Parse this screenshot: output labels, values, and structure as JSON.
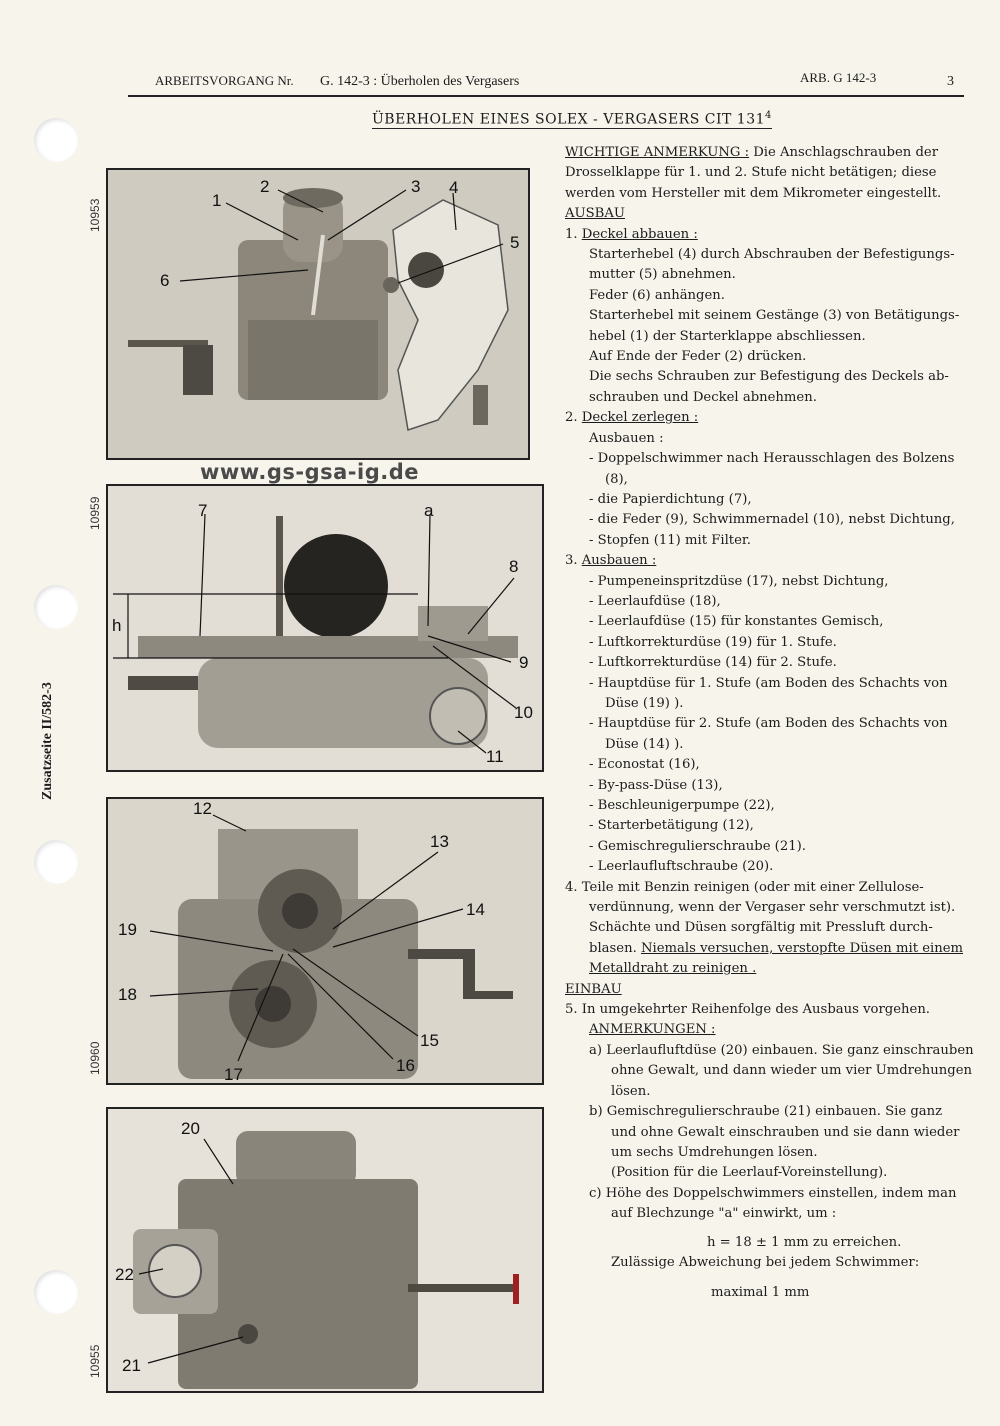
{
  "header": {
    "left": "ARBEITSVORGANG Nr.",
    "number": "G. 142-3 : Überholen des Vergasers",
    "arb": "ARB. G 142-3",
    "page": "3"
  },
  "title": "ÜBERHOLEN EINES SOLEX - VERGASERS CIT 131",
  "title_sup": "4",
  "website": "www.gs-gsa-ig.de",
  "side_label": "Zusatzseite II/582-3",
  "figures": [
    {
      "number": "10953",
      "callouts": [
        "1",
        "2",
        "3",
        "4",
        "5",
        "6"
      ]
    },
    {
      "number": "10959",
      "callouts": [
        "7",
        "a",
        "8",
        "h",
        "9",
        "10",
        "11"
      ]
    },
    {
      "number": "10960",
      "callouts": [
        "12",
        "13",
        "14",
        "19",
        "18",
        "15",
        "16",
        "17"
      ]
    },
    {
      "number": "10955",
      "callouts": [
        "20",
        "22",
        "21"
      ]
    }
  ],
  "text": {
    "wichtig_label": "WICHTIGE ANMERKUNG :",
    "wichtig_rest": " Die Anschlagschrauben der",
    "l2": "Drosselklappe für 1. und 2. Stufe nicht betätigen; diese",
    "l3": "werden vom Hersteller mit dem Mikrometer eingestellt.",
    "ausbau": "AUSBAU",
    "s1_num": "1. ",
    "s1_title": "Deckel abbauen :",
    "s1_l1": "Starterhebel (4) durch Abschrauben der Befestigungs-",
    "s1_l2": "mutter (5) abnehmen.",
    "s1_l3": "Feder (6) anhängen.",
    "s1_l4": "Starterhebel mit seinem Gestänge (3) von Betätigungs-",
    "s1_l5": "hebel (1) der Starterklappe abschliessen.",
    "s1_l6": "Auf Ende der Feder (2) drücken.",
    "s1_l7": "Die sechs Schrauben zur Befestigung des Deckels ab-",
    "s1_l8": "schrauben und Deckel abnehmen.",
    "s2_num": "2. ",
    "s2_title": "Deckel zerlegen :",
    "s2_l1": "Ausbauen :",
    "s2_l2": "- Doppelschwimmer nach Herausschlagen des Bolzens",
    "s2_l3": "(8),",
    "s2_l4": "- die Papierdichtung (7),",
    "s2_l5": "- die Feder (9), Schwimmernadel (10), nebst Dichtung,",
    "s2_l6": "- Stopfen (11) mit Filter.",
    "s3_num": "3. ",
    "s3_title": "Ausbauen :",
    "s3_l1": "- Pumpeneinspritzdüse (17), nebst Dichtung,",
    "s3_l2": "- Leerlaufdüse (18),",
    "s3_l3": "- Leerlaufdüse (15) für konstantes Gemisch,",
    "s3_l4": "- Luftkorrekturdüse (19) für 1. Stufe.",
    "s3_l5": "- Luftkorrekturdüse (14) für 2. Stufe.",
    "s3_l6": "- Hauptdüse für 1. Stufe (am Boden des Schachts von",
    "s3_l7": "Düse (19) ).",
    "s3_l8": "- Hauptdüse für 2. Stufe (am Boden des Schachts von",
    "s3_l9": "Düse (14) ).",
    "s3_l10": "- Econostat (16),",
    "s3_l11": "- By-pass-Düse (13),",
    "s3_l12": "- Beschleunigerpumpe (22),",
    "s3_l13": "- Starterbetätigung (12),",
    "s3_l14": "- Gemischregulierschraube (21).",
    "s3_l15": "- Leerlaufluftschraube (20).",
    "s4_num": "4. ",
    "s4_l1": "Teile mit Benzin reinigen (oder mit einer Zellulose-",
    "s4_l2": "verdünnung, wenn der Vergaser sehr verschmutzt ist).",
    "s4_l3": "Schächte und Düsen sorgfältig mit Pressluft durch-",
    "s4_l4a": "blasen. ",
    "s4_l4b": "Niemals versuchen, verstopfte Düsen mit einem",
    "s4_l5": "Metalldraht zu reinigen .",
    "einbau": "EINBAU",
    "s5_num": "5. ",
    "s5_l1": "In umgekehrter Reihenfolge des Ausbaus vorgehen.",
    "anmerk": "ANMERKUNGEN :",
    "a_l1": "a) Leerlaufluftdüse (20) einbauen. Sie ganz einschrauben",
    "a_l2": "ohne Gewalt, und dann wieder um vier Umdrehungen",
    "a_l3": "lösen.",
    "b_l1": "b) Gemischregulierschraube (21) einbauen. Sie ganz",
    "b_l2": "und ohne Gewalt einschrauben und sie dann wieder",
    "b_l3": "um sechs Umdrehungen lösen.",
    "b_l4": "(Position für die Leerlauf-Voreinstellung).",
    "c_l1": "c) Höhe des Doppelschwimmers einstellen, indem man",
    "c_l2": "auf Blechzunge \"a\" einwirkt, um :",
    "c_formula": "h = 18 ± 1 mm zu erreichen.",
    "c_l3": "Zulässige Abweichung bei jedem Schwimmer:",
    "c_l4": "maximal 1 mm"
  }
}
